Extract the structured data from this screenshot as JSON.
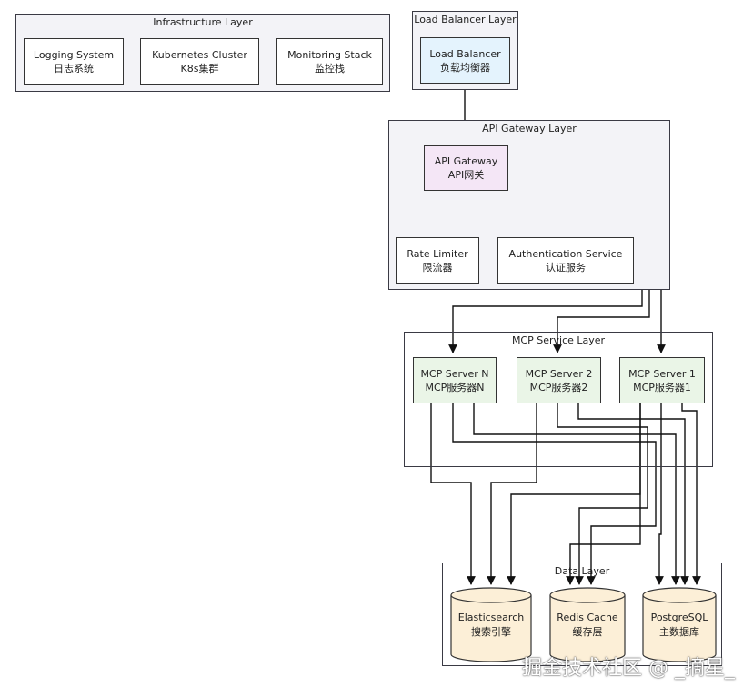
{
  "infrastructure": {
    "title": "Infrastructure Layer",
    "logging": {
      "en": "Logging System",
      "zh": "日志系统"
    },
    "kubernetes": {
      "en": "Kubernetes Cluster",
      "zh": "K8s集群"
    },
    "monitoring": {
      "en": "Monitoring Stack",
      "zh": "监控栈"
    }
  },
  "load_balancer_layer": {
    "title": "Load Balancer Layer",
    "load_balancer": {
      "en": "Load Balancer",
      "zh": "负载均衡器"
    }
  },
  "api_gateway_layer": {
    "title": "API Gateway Layer",
    "gateway": {
      "en": "API Gateway",
      "zh": "API网关"
    },
    "rate_limiter": {
      "en": "Rate Limiter",
      "zh": "限流器"
    },
    "auth_service": {
      "en": "Authentication Service",
      "zh": "认证服务"
    }
  },
  "mcp_service_layer": {
    "title": "MCP Service Layer",
    "servers": [
      {
        "en": "MCP Server N",
        "zh": "MCP服务器N"
      },
      {
        "en": "MCP Server 2",
        "zh": "MCP服务器2"
      },
      {
        "en": "MCP Server 1",
        "zh": "MCP服务器1"
      }
    ]
  },
  "data_layer": {
    "title": "Data Layer",
    "stores": [
      {
        "en": "Elasticsearch",
        "zh": "搜索引擎"
      },
      {
        "en": "Redis Cache",
        "zh": "缓存层"
      },
      {
        "en": "PostgreSQL",
        "zh": "主数据库"
      }
    ]
  },
  "watermark": "掘金技术社区 @ _摘星_",
  "colors": {
    "layer_bg": "#f3f3f7",
    "load_balancer": "#e4f3fd",
    "gateway": "#f4e6f6",
    "mcp_server": "#eaf5e7",
    "database": "#fcefd7"
  }
}
